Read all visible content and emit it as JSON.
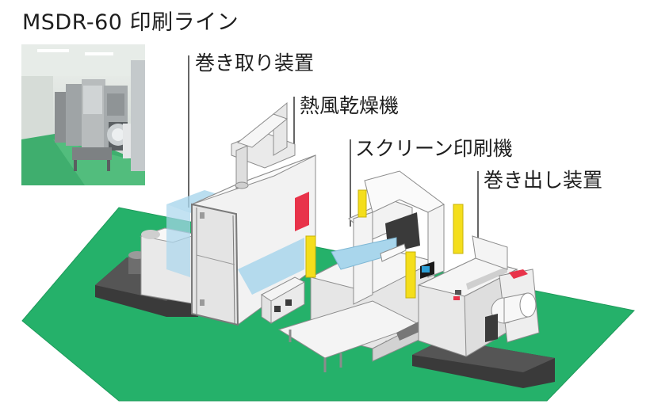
{
  "title": "MSDR-60 印刷ライン",
  "labels": {
    "rewinder": "巻き取り装置",
    "dryer": "熱風乾燥機",
    "screen_printer": "スクリーン印刷機",
    "unwinder": "巻き出し装置"
  },
  "colors": {
    "floor": "#25b16a",
    "machine_light": "#f2f2f2",
    "machine_mid": "#d8d8d8",
    "machine_dark": "#3a3a3a",
    "glass": "#a9d6ec",
    "safety_yellow": "#f4de1c",
    "warning_red": "#e8334a"
  }
}
